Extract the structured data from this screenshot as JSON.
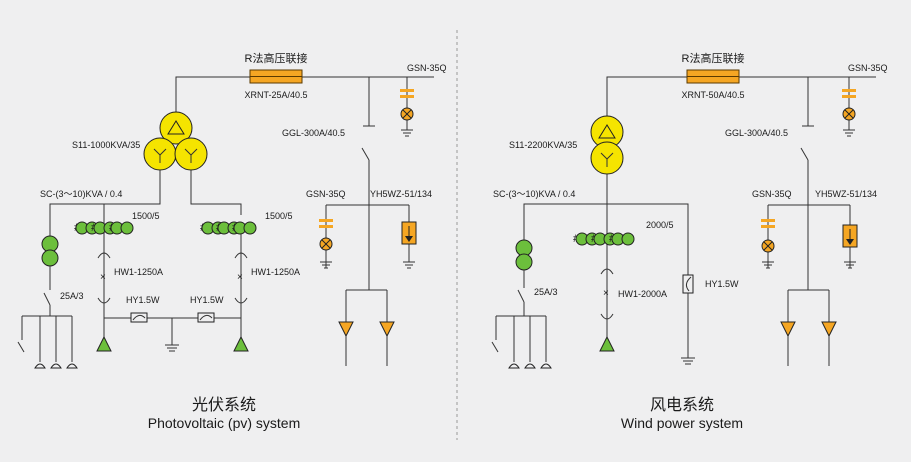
{
  "colors": {
    "background": "#efeff0",
    "transformer": "#f5e400",
    "ct": "#6cbf3c",
    "fuse": "#f5a623",
    "lamp": "#f5a623"
  },
  "pv": {
    "r_label": "R法高压联接",
    "fuse_label": "XRNT-25A/40.5",
    "gsn_top": "GSN-35Q",
    "ggl": "GGL-300A/40.5",
    "transformer": "S11-1000KVA/35",
    "sc": "SC-(3～10)KVA / 0.4",
    "ct_left": "1500/5",
    "ct_right": "1500/5",
    "hw_left": "HW1-1250A",
    "hw_right": "HW1-1250A",
    "hy_left": "HY1.5W",
    "hy_right": "HY1.5W",
    "sw_25": "25A/3",
    "gsn_mid": "GSN-35Q",
    "yh": "YH5WZ-51/134",
    "caption_cn": "光伏系统",
    "caption_en": "Photovoltaic (pv) system"
  },
  "wind": {
    "r_label": "R法高压联接",
    "fuse_label": "XRNT-50A/40.5",
    "gsn_top": "GSN-35Q",
    "ggl": "GGL-300A/40.5",
    "transformer": "S11-2200KVA/35",
    "sc": "SC-(3～10)KVA / 0.4",
    "ct": "2000/5",
    "hw": "HW1-2000A",
    "hy": "HY1.5W",
    "sw_25": "25A/3",
    "gsn_mid": "GSN-35Q",
    "yh": "YH5WZ-51/134",
    "caption_cn": "风电系统",
    "caption_en": "Wind power system"
  }
}
